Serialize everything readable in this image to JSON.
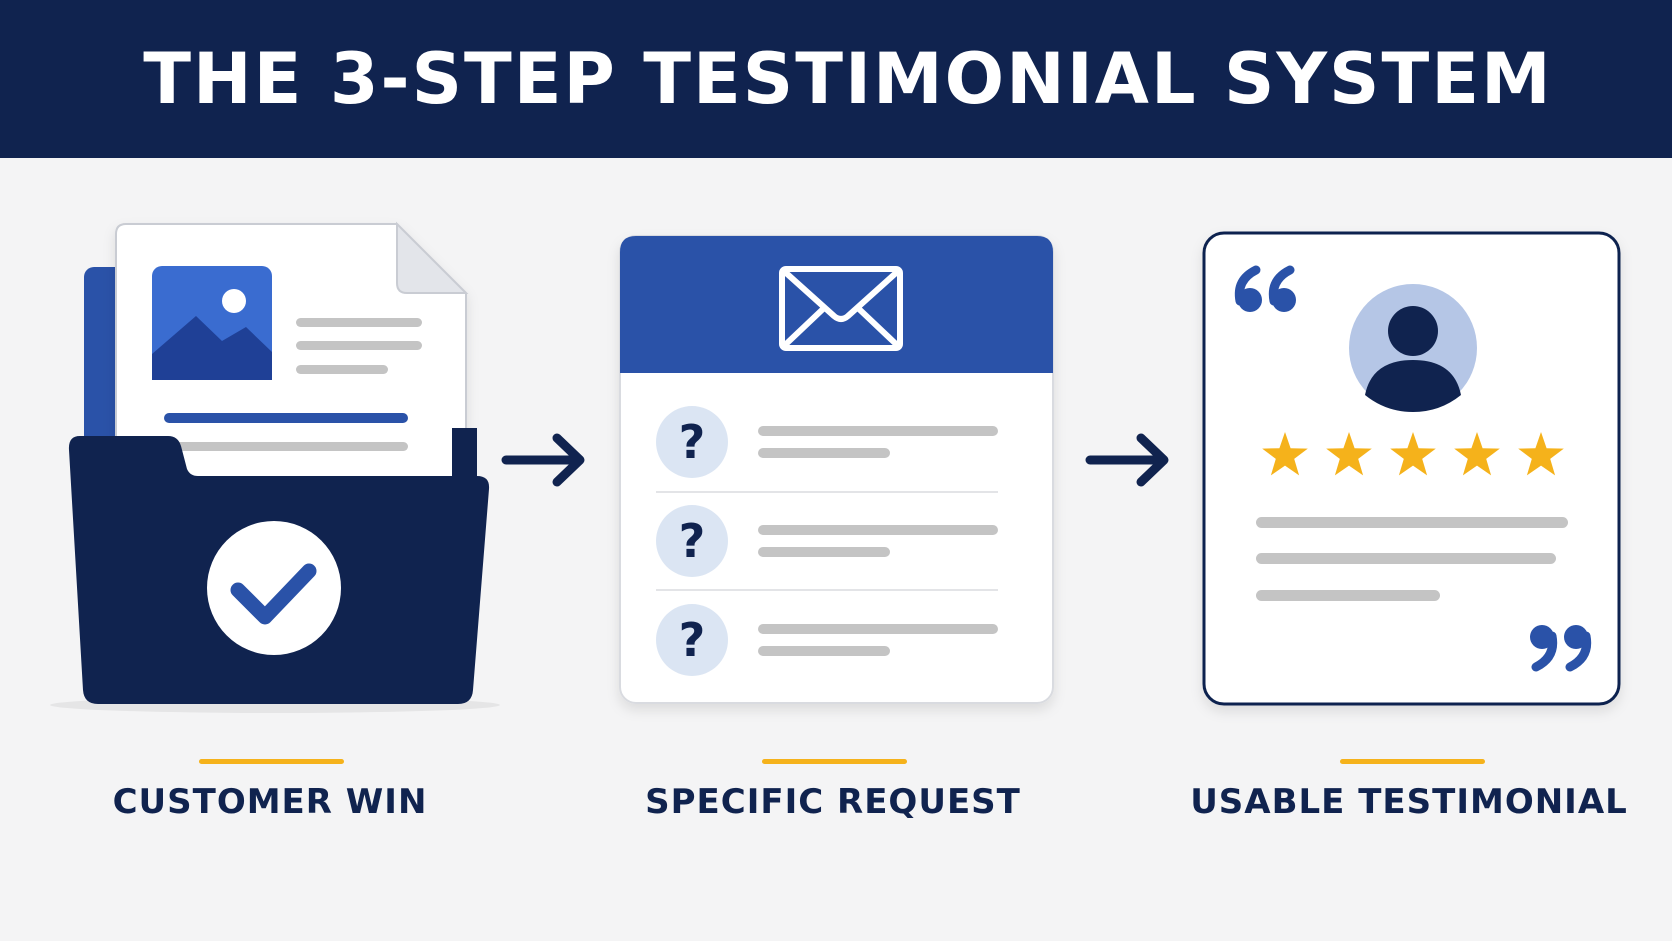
{
  "header": {
    "title": "THE 3-STEP TESTIMONIAL SYSTEM"
  },
  "steps": [
    {
      "label": "CUSTOMER WIN",
      "icon": "folder-with-document-and-checkmark-icon"
    },
    {
      "label": "SPECIFIC REQUEST",
      "icon": "email-with-questions-icon"
    },
    {
      "label": "USABLE TESTIMONIAL",
      "icon": "review-card-icon"
    }
  ],
  "review": {
    "rating": 5,
    "max_rating": 5
  },
  "colors": {
    "navy": "#10234f",
    "blue": "#2a52a8",
    "light_blue": "#dbe5f3",
    "gold": "#f5b21b",
    "gray_line": "#c4c4c4",
    "background": "#f4f4f5"
  }
}
